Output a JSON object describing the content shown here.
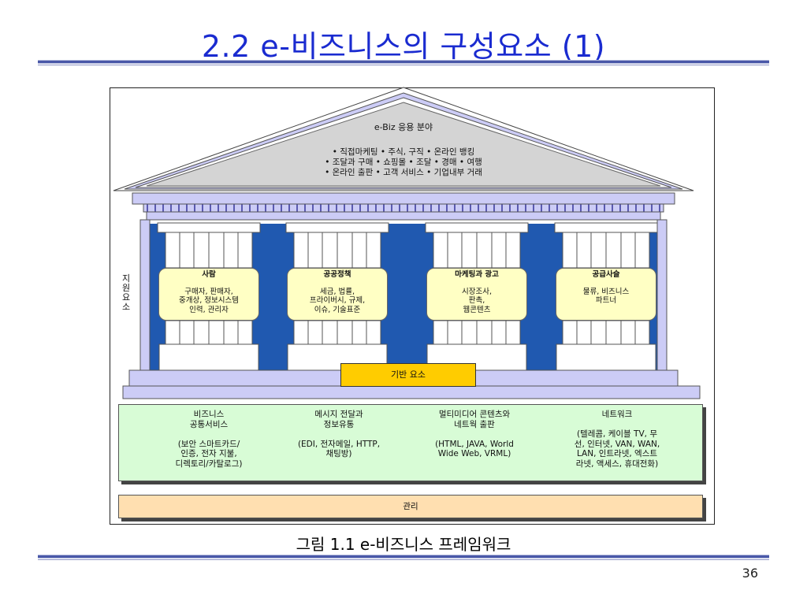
{
  "slide": {
    "title": "2.2 e-비즈니스의 구성요소 (1)",
    "caption": "그림 1.1 e-비즈니스 프레임워크",
    "page_number": "36"
  },
  "figure": {
    "roof": {
      "title": "e-Biz 응용 분야",
      "items": [
        "• 직접마케팅  • 주식, 구직  • 온라인 뱅킹",
        "• 조달과 구매  • 쇼핑몰  • 조달  • 경매  • 여행",
        "• 온라인 출판  • 고객 서비스  • 기업내부 거래"
      ]
    },
    "side_label": [
      "지",
      "원",
      "요",
      "소"
    ],
    "pillars": [
      {
        "title": "사람",
        "body": [
          "구매자, 판매자,",
          "중개상, 정보시스템",
          "인력, 관리자"
        ]
      },
      {
        "title": "공공정책",
        "body": [
          "세금, 법률,",
          "프라이버시, 규제,",
          "이슈, 기술표준"
        ]
      },
      {
        "title": "마케팅과 광고",
        "body": [
          "시장조사,",
          "판촉,",
          "웹콘텐츠"
        ]
      },
      {
        "title": "공급사슬",
        "body": [
          "물류, 비즈니스",
          "파트너"
        ]
      }
    ],
    "base_label": "기반 요소",
    "foundation": [
      {
        "lines": [
          "비즈니스",
          "공통서비스",
          "",
          "(보안 스마트카드/",
          "인증, 전자 지불,",
          "디렉토리/카탈로그)"
        ]
      },
      {
        "lines": [
          "메시지 전달과",
          "정보유통",
          "",
          "(EDI, 전자메일, HTTP,",
          "채팅방)"
        ]
      },
      {
        "lines": [
          "멀티미디어 콘텐츠와",
          "네트웍 출판",
          "",
          "(HTML, JAVA, World",
          "Wide Web, VRML)"
        ]
      },
      {
        "lines": [
          "네트워크",
          "",
          "(텔레콤, 케이블 TV, 무",
          "선, 인터넷, VAN, WAN,",
          "LAN, 인트라넷, 엑스트",
          "라넷, 액세스, 휴대전화)"
        ]
      }
    ],
    "management": "관리",
    "colors": {
      "title": "#1a2bd0",
      "roof": "#d4d4d4",
      "temple": "#ccccf6",
      "backdrop": "#2059b0",
      "pillar_box": "#ffffc4",
      "base_label": "#ffcc00",
      "foundation": "#d8fcd6",
      "management": "#ffdfb0"
    }
  }
}
